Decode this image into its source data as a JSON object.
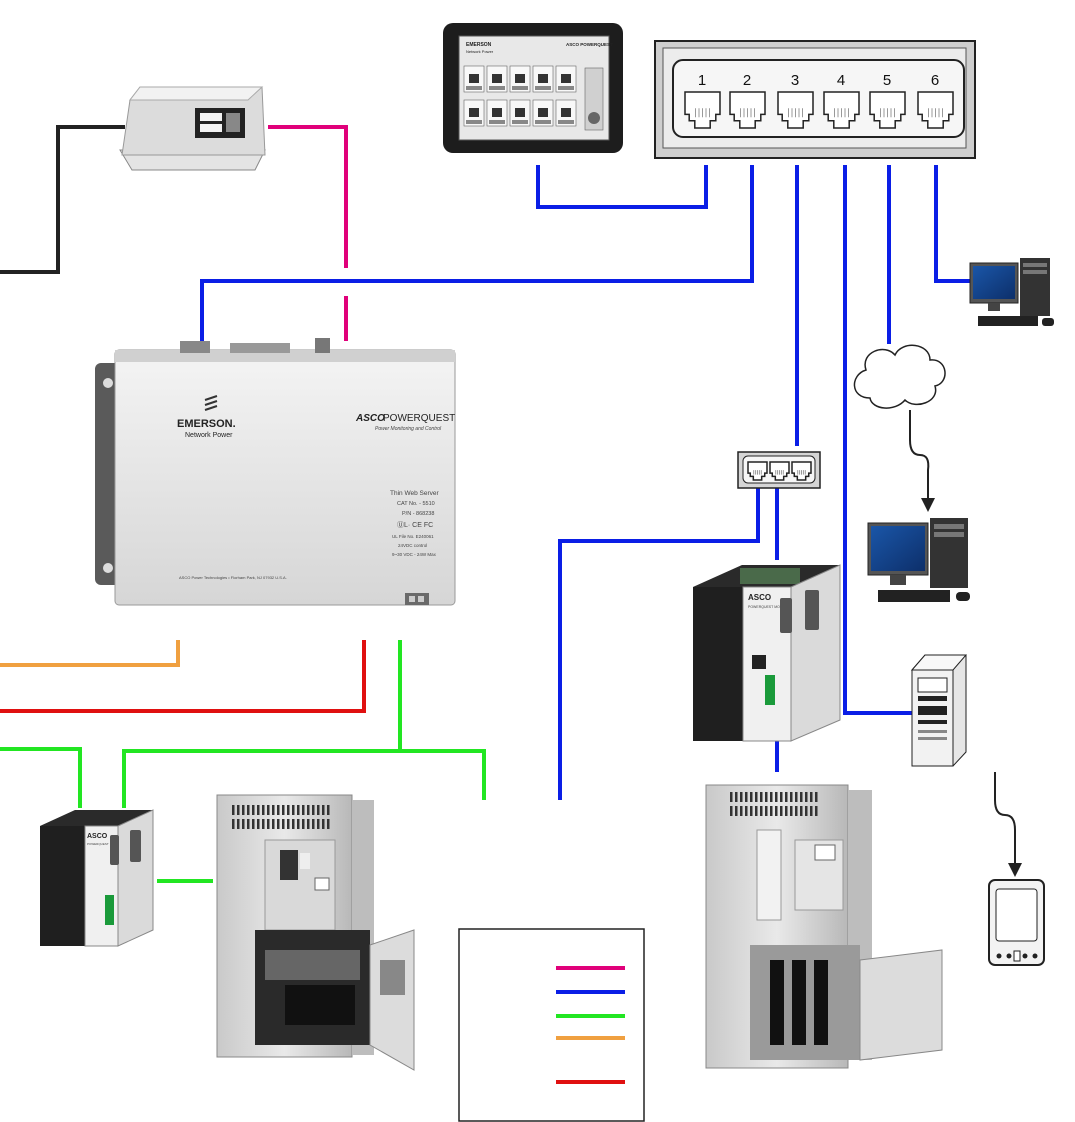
{
  "colors": {
    "magenta": "#e0007a",
    "blue": "#0a1ee6",
    "green": "#22e622",
    "orange": "#f0a040",
    "red": "#e01010",
    "black": "#222222"
  },
  "switch": {
    "ports": [
      "1",
      "2",
      "3",
      "4",
      "5",
      "6"
    ]
  },
  "touch_panel": {
    "brand": "EMERSON",
    "brand_sub": "Network Power",
    "product": "ASCO POWERQUEST"
  },
  "server": {
    "brand": "EMERSON.",
    "brand_sub": "Network Power",
    "product_brand": "ASCO",
    "product": "POWERQUEST",
    "product_sub": "Power Monitoring and Control",
    "label_title": "Thin Web Server",
    "cat_no": "CAT No. - 5510",
    "pn": "P/N - 868238",
    "file_no": "UL File No. E240061",
    "control": "24VDC control",
    "input": "9~30 VDC - 24W Max",
    "footer": "ASCO Power Technologies • Florham Park, NJ 07932 U.S.A."
  },
  "modules": {
    "left": {
      "brand": "ASCO",
      "text": "POWERQUEST"
    },
    "right": {
      "brand": "ASCO",
      "text": "POWERQUEST MODULE"
    }
  },
  "icons": {
    "router": "router-icon",
    "cloud": "cloud-icon",
    "workstation": "workstation-icon",
    "tower_server": "tower-server-icon",
    "pda": "pda-icon",
    "mini_switch": "mini-switch-icon"
  },
  "legend": {
    "items": [
      "magenta",
      "blue",
      "green",
      "orange",
      "red"
    ]
  }
}
